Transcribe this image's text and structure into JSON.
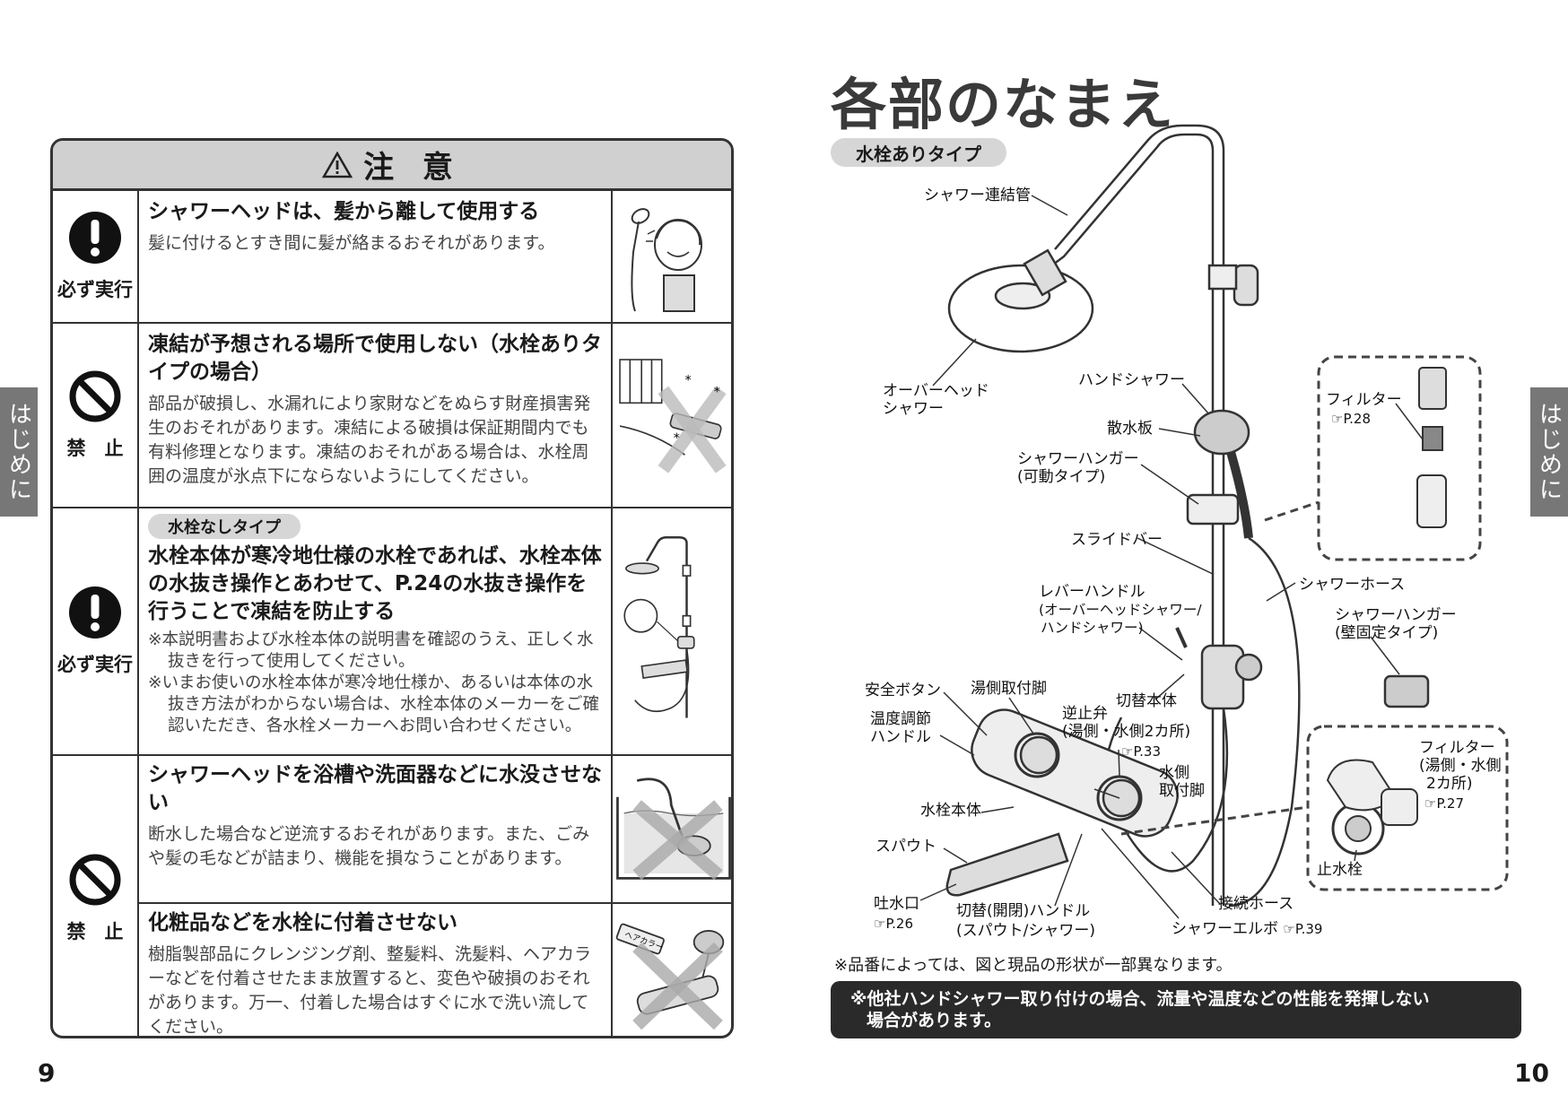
{
  "caution": {
    "title": "注 意",
    "rows": [
      {
        "icon_label": "必ず実行",
        "heading": "シャワーヘッドは、髪から離して使用する",
        "body": "髪に付けるとすき間に髪が絡まるおそれがあります。"
      },
      {
        "icon_label": "禁　止",
        "heading": "凍結が予想される場所で使用しない（水栓ありタイプの場合）",
        "body": "部品が破損し、水漏れにより家財などをぬらす財産損害発生のおそれがあります。凍結による破損は保証期間内でも有料修理となります。凍結のおそれがある場合は、水栓周囲の温度が氷点下にならないようにしてください。"
      },
      {
        "icon_label": "必ず実行",
        "pill": "水栓なしタイプ",
        "heading": "水栓本体が寒冷地仕様の水栓であれば、水栓本体の水抜き操作とあわせて、P.24の水抜き操作を行うことで凍結を防止する",
        "note1": "※本説明書および水栓本体の説明書を確認のうえ、正しく水抜きを行って使用してください。",
        "note2": "※いまお使いの水栓本体が寒冷地仕様か、あるいは本体の水抜き方法がわからない場合は、水栓本体のメーカーをご確認いただき、各水栓メーカーへお問い合わせください。"
      },
      {
        "icon_label": "禁　止",
        "heading": "シャワーヘッドを浴槽や洗面器などに水没させない",
        "body": "断水した場合など逆流するおそれがあります。また、ごみや髪の毛などが詰まり、機能を損なうことがあります。",
        "heading2": "化粧品などを水栓に付着させない",
        "body2": "樹脂製部品にクレンジング剤、整髪料、洗髪料、ヘアカラーなどを付着させたまま放置すると、変色や破損のおそれがあります。万一、付着した場合はすぐに水で洗い流してください。"
      }
    ]
  },
  "page_left": "9",
  "page_right": "10",
  "side_tab": "はじめに",
  "hair_color_label": "ヘアカラー",
  "right": {
    "title": "各部のなまえ",
    "type_label": "水栓ありタイプ",
    "labels": {
      "pipe": "シャワー連結管",
      "overhead_1": "オーバーヘッド",
      "overhead_2": "シャワー",
      "hand_shower": "ハンドシャワー",
      "spray_plate": "散水板",
      "hanger_mov_1": "シャワーハンガー",
      "hanger_mov_2": "(可動タイプ)",
      "slide_bar": "スライドバー",
      "lever_1": "レバーハンドル",
      "lever_2": "(オーバーヘッドシャワー/",
      "lever_3": "ハンドシャワー)",
      "hose": "シャワーホース",
      "hanger_fix_1": "シャワーハンガー",
      "hanger_fix_2": "(壁固定タイプ)",
      "filter_top": "フィルター",
      "filter_top_ref": "P.28",
      "safety": "安全ボタン",
      "hot_leg": "湯側取付脚",
      "switch_body": "切替本体",
      "temp_1": "温度調節",
      "temp_2": "ハンドル",
      "check_1": "逆止弁",
      "check_2": "(湯側・水側2カ所)",
      "check_ref": "P.33",
      "cold_1": "水側",
      "cold_2": "取付脚",
      "faucet_body": "水栓本体",
      "spout": "スパウト",
      "outlet": "吐水口",
      "outlet_ref": "P.26",
      "switch_handle_1": "切替(開閉)ハンドル",
      "switch_handle_2": "(スパウト/シャワー)",
      "conn_hose": "接続ホース",
      "elbow": "シャワーエルボ",
      "elbow_ref": "P.39",
      "filter_bot_1": "フィルター",
      "filter_bot_2": "(湯側・水側",
      "filter_bot_3": "2カ所)",
      "filter_bot_ref": "P.27",
      "stop_valve": "止水栓"
    },
    "note_small": "※品番によっては、図と現品の形状が一部異なります。",
    "note_dark_1": "※他社ハンドシャワー取り付けの場合、流量や温度などの性能を発揮しない",
    "note_dark_2": "場合があります。"
  }
}
